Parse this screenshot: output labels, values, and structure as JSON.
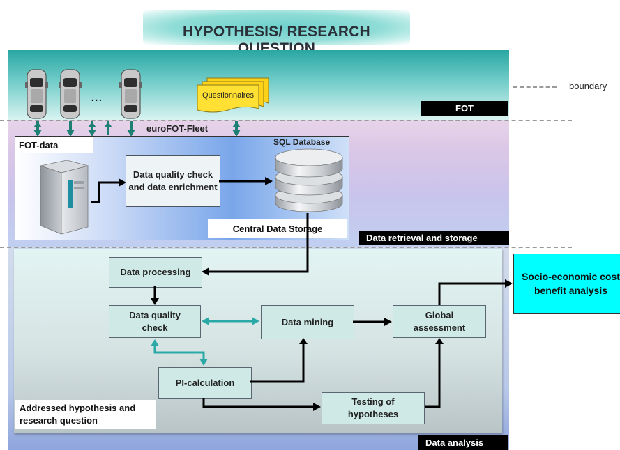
{
  "title": "HYPOTHESIS/ RESEARCH QUESTION",
  "legend": {
    "boundary": "boundary"
  },
  "zones": {
    "fot": "FOT",
    "retrieval": "Data retrieval and storage",
    "analysis": "Data analysis"
  },
  "fot": {
    "ellipsis": "...",
    "questionnaires": "Questionnaires",
    "fleet": "euroFOT-Fleet"
  },
  "storage": {
    "fot_data": "FOT-data",
    "quality_enrich": "Data quality check and data enrichment",
    "sql": "SQL Database",
    "central": "Central Data Storage"
  },
  "analysis": {
    "processing": "Data processing",
    "quality": "Data quality check",
    "mining": "Data mining",
    "global": "Global assessment",
    "pi": "PI-calculation",
    "testing": "Testing of hypotheses",
    "addressed": "Addressed hypothesis and research question",
    "socio": "Socio-economic cost benefit analysis"
  },
  "colors": {
    "accent_cyan": "#00ffff",
    "teal_arrow": "#2aa9a6",
    "box_fill": "#cfeae6"
  }
}
